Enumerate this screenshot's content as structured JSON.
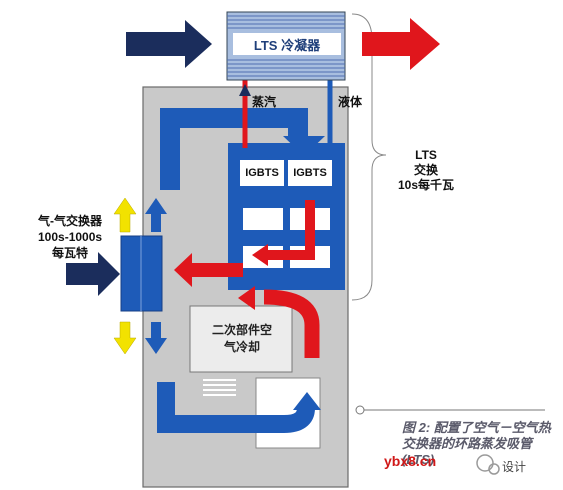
{
  "condenser": {
    "label": "LTS 冷凝器"
  },
  "pipes": {
    "vapor_label": "蒸汽",
    "liquid_label": "液体"
  },
  "igbt": {
    "label_1": "IGBTS",
    "label_2": "IGBTS"
  },
  "lts_exchange": {
    "line1": "LTS",
    "line2": "交换",
    "line3": "10s每千瓦"
  },
  "air_to_air": {
    "line1": "气-气交换器",
    "line2": "100s-1000s",
    "line3": "每瓦特"
  },
  "secondary": {
    "line1": "二次部件空",
    "line2": "气冷却"
  },
  "caption": {
    "text": "图 2: 配置了空气－空气热交换器的环路蒸发吸管 (LTS)"
  },
  "watermark": {
    "site": "ybx8.cn",
    "brand": "设计"
  },
  "colors": {
    "blue_arrow": "#1e5bb8",
    "red_arrow": "#e0161c",
    "navy_arrow": "#1b2d5c",
    "yellow_arrow": "#f2e200",
    "cabinet_gray": "#c9c9c9",
    "condenser_blue": "#a8bedf"
  }
}
